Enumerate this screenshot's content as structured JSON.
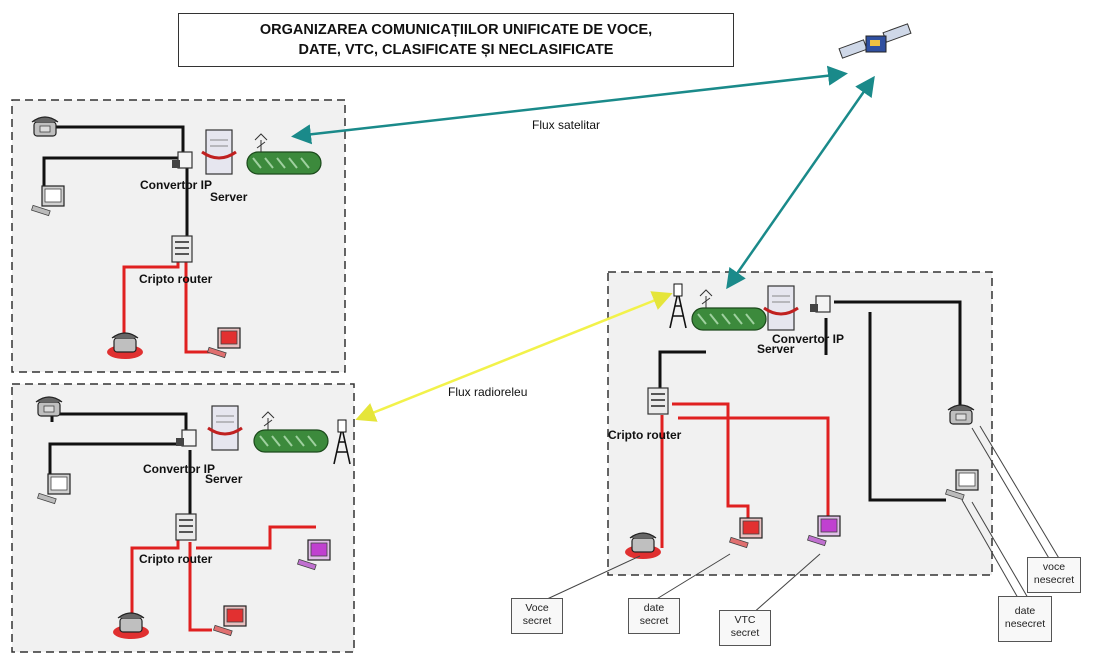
{
  "title": {
    "line1": "ORGANIZAREA COMUNICAȚIILOR UNIFICATE DE VOCE,",
    "line2": "DATE, VTC, CLASIFICATE ȘI NECLASIFICATE"
  },
  "flows": {
    "satellite": "Flux satelitar",
    "radio_relay": "Flux radioreleu"
  },
  "devices": {
    "convertor_ip": "Convertor  IP",
    "server": "Server",
    "cripto_router": "Cripto router"
  },
  "notes": {
    "voce_secret": [
      "Voce",
      "secret"
    ],
    "date_secret": [
      "date",
      "secret"
    ],
    "vtc_secret": [
      "VTC",
      "secret"
    ],
    "voce_nesecret": [
      "voce",
      "nesecret"
    ],
    "date_nesecret": [
      "date",
      "nesecret"
    ]
  },
  "colors": {
    "secret_link": "#e02020",
    "unclassified_link": "#111111",
    "satellite_link": "#1a8a8a",
    "radio_link": "#f2f24a",
    "site_background": "#f1f1f1"
  }
}
